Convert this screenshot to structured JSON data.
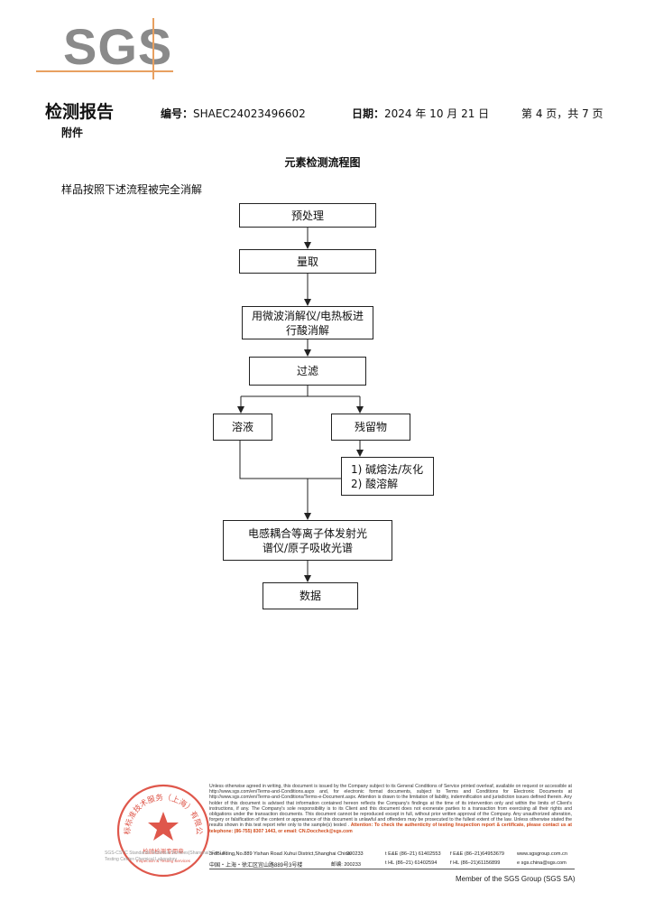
{
  "logo": {
    "text": "SGS"
  },
  "header": {
    "title": "检测报告",
    "subtitle": "附件",
    "number_label": "编号：",
    "number_value": "SHAEC24023496602",
    "date_label": "日期：",
    "date_value": "2024 年 10 月 21 日",
    "page_info": "第 4 页，共 7 页"
  },
  "section_title": "元素检测流程图",
  "intro": "样品按照下述流程被完全消解",
  "flow": {
    "step1": "预处理",
    "step2": "量取",
    "step3_line1": "用微波消解仪/电热板进",
    "step3_line2": "行酸消解",
    "step4": "过滤",
    "branch_solution": "溶液",
    "branch_residue": "残留物",
    "residue_line1": "1) 碱熔法/灰化",
    "residue_line2": "2) 酸溶解",
    "step6_line1": "电感耦合等离子体发射光",
    "step6_line2": "谱仪/原子吸收光谱",
    "step7": "数据"
  },
  "footer": {
    "disclaimer": "Unless otherwise agreed in writing, this document is issued by the Company subject to its General Conditions of Service printed overleaf, available on request or accessible at http://www.sgs.com/en/Terms-and-Conditions.aspx and, for electronic format documents, subject to Terms and Conditions for Electronic Documents at http://www.sgs.com/en/Terms-and-Conditions/Terms-e-Document.aspx. Attention is drawn to the limitation of liability, indemnification and jurisdiction issues defined therein. Any holder of this document is advised that information contained hereon reflects the Company's findings at the time of its intervention only and within the limits of Client's instructions, if any. The Company's sole responsibility is to its Client and this document does not exonerate parties to a transaction from exercising all their rights and obligations under the transaction documents. This document cannot be reproduced except in full, without prior written approval of the Company. Any unauthorized alteration, forgery or falsification of the content or appearance of this document is unlawful and offenders may be prosecuted to the fullest extent of the law. Unless otherwise stated the results shown in this test report refer only to the sample(s) tested .",
    "attention": "Attention: To check the authenticity of testing /inspection report & certificate, please contact us at telephone: (86-755) 8307 1443, or email: CN.Doccheck@sgs.com",
    "address_en": "3rdBuilding,No.889 Yishan Road Xuhui District,Shanghai China",
    "postcode_en": "200233",
    "tel_en_1": "t E&E (86–21) 61402553",
    "fax_en_1": "f E&E (86–21)64953679",
    "web": "www.sgsgroup.com.cn",
    "address_cn": "中国・上海・徐汇区宜山路889号3号楼",
    "postcode_label": "邮编:",
    "postcode_cn": "200233",
    "tel_en_2": "t HL (86–21) 61402594",
    "fax_en_2": "f HL (86–21)61156899",
    "email": "e   sgs.china@sgs.com",
    "member": "Member of the SGS Group (SGS SA)",
    "seal_text_1": "通标标准技术服务（上海）有限公司",
    "seal_text_2": "检验检测专用章",
    "seal_text_3": "Inspection & Testing Services",
    "sgs_company_1": "SGS-CSTC Standards Technical Services(Shanghai) Co.,Ltd.",
    "sgs_company_2": "Testing Center-Chemical Laboratory"
  },
  "colors": {
    "logo_gray": "#8a8a8a",
    "logo_accent": "#e8a060",
    "seal_red": "#d93a2b",
    "attention": "#d04a1a"
  }
}
